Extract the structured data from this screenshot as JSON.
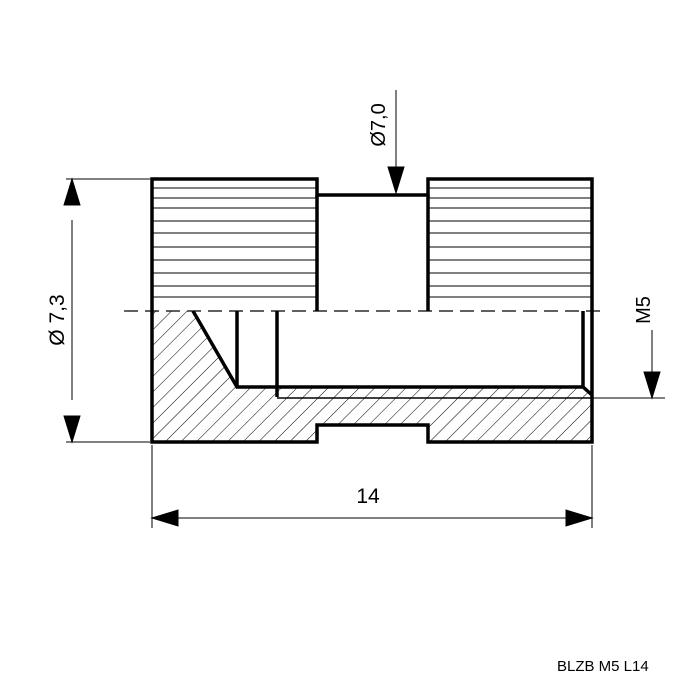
{
  "dimensions": {
    "outer_diameter": "Ø 7,3",
    "groove_diameter": "Ø7,0",
    "thread": "M5",
    "length": "14"
  },
  "part_code": "BLZB M5 L14",
  "colors": {
    "line": "#000000",
    "background": "#ffffff"
  }
}
